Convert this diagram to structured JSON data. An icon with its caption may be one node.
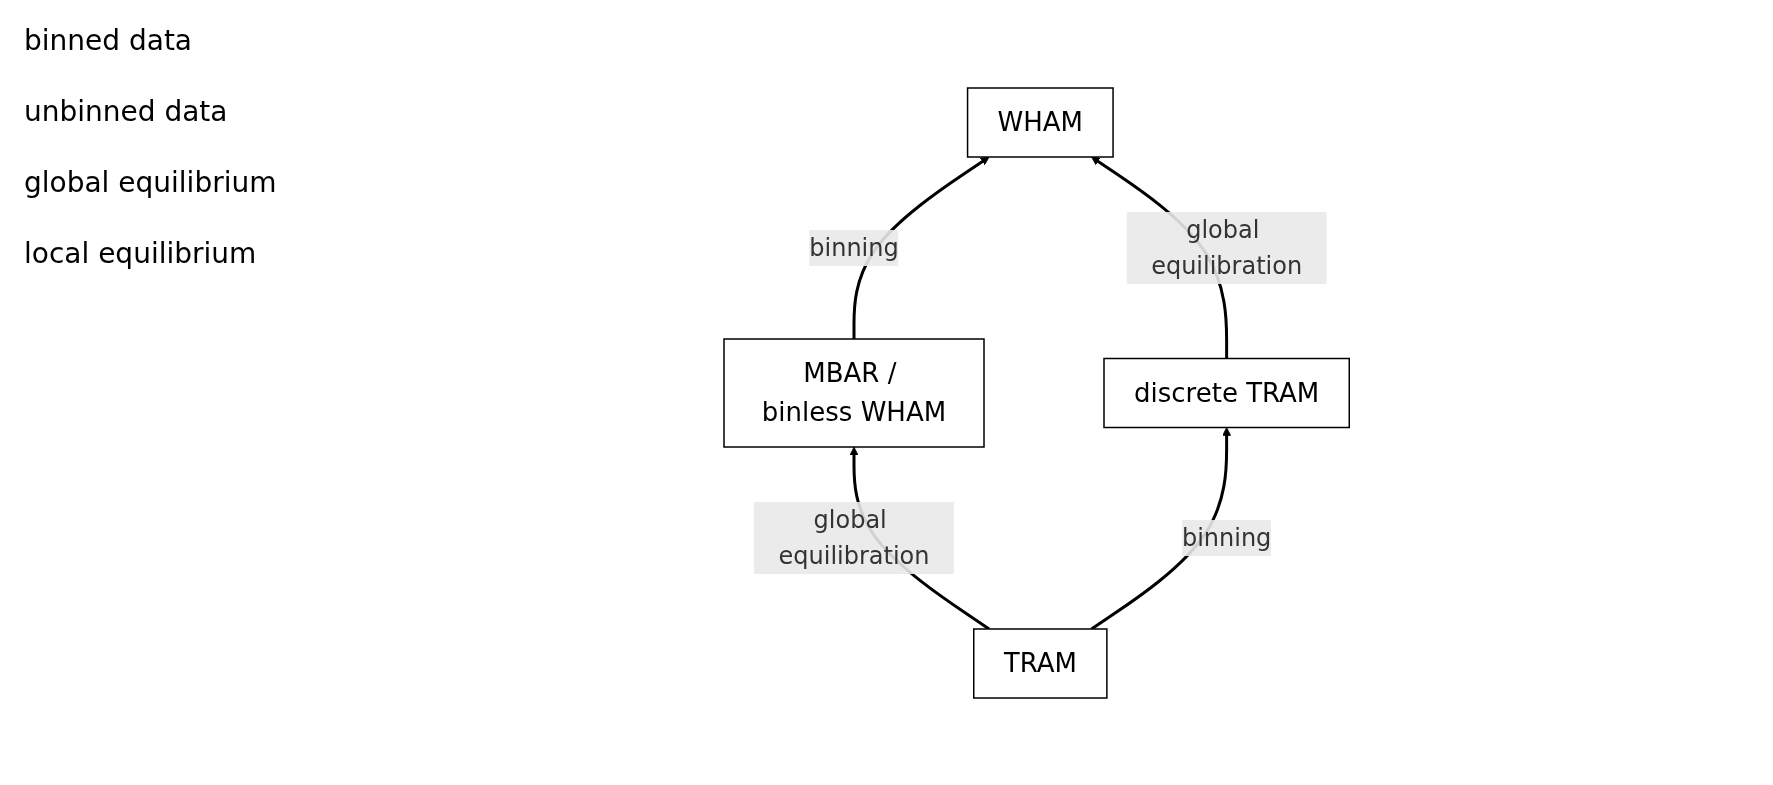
{
  "diagram": {
    "nodes": [
      {
        "text": [
          "WHAM"
        ]
      },
      {
        "text": [
          "MBAR / binless WHAM"
        ]
      },
      {
        "text": [
          "discrete TRAM"
        ]
      },
      {
        "text": [
          "TRAM"
        ]
      }
    ],
    "edges": [
      {
        "from": 1,
        "to": 0,
        "arrow": "to",
        "label": "binning"
      },
      {
        "from": 2,
        "to": 0,
        "arrow": "to",
        "label": "global equilibration"
      },
      {
        "from": 3,
        "to": 1,
        "arrow": "to",
        "label": "global equilibration"
      },
      {
        "from": 3,
        "to": 2,
        "arrow": "to",
        "label": "binning"
      }
    ],
    "labels": [
      "binned data",
      "unbinned data",
      "global equilibrium",
      "local equilibrium"
    ]
  }
}
